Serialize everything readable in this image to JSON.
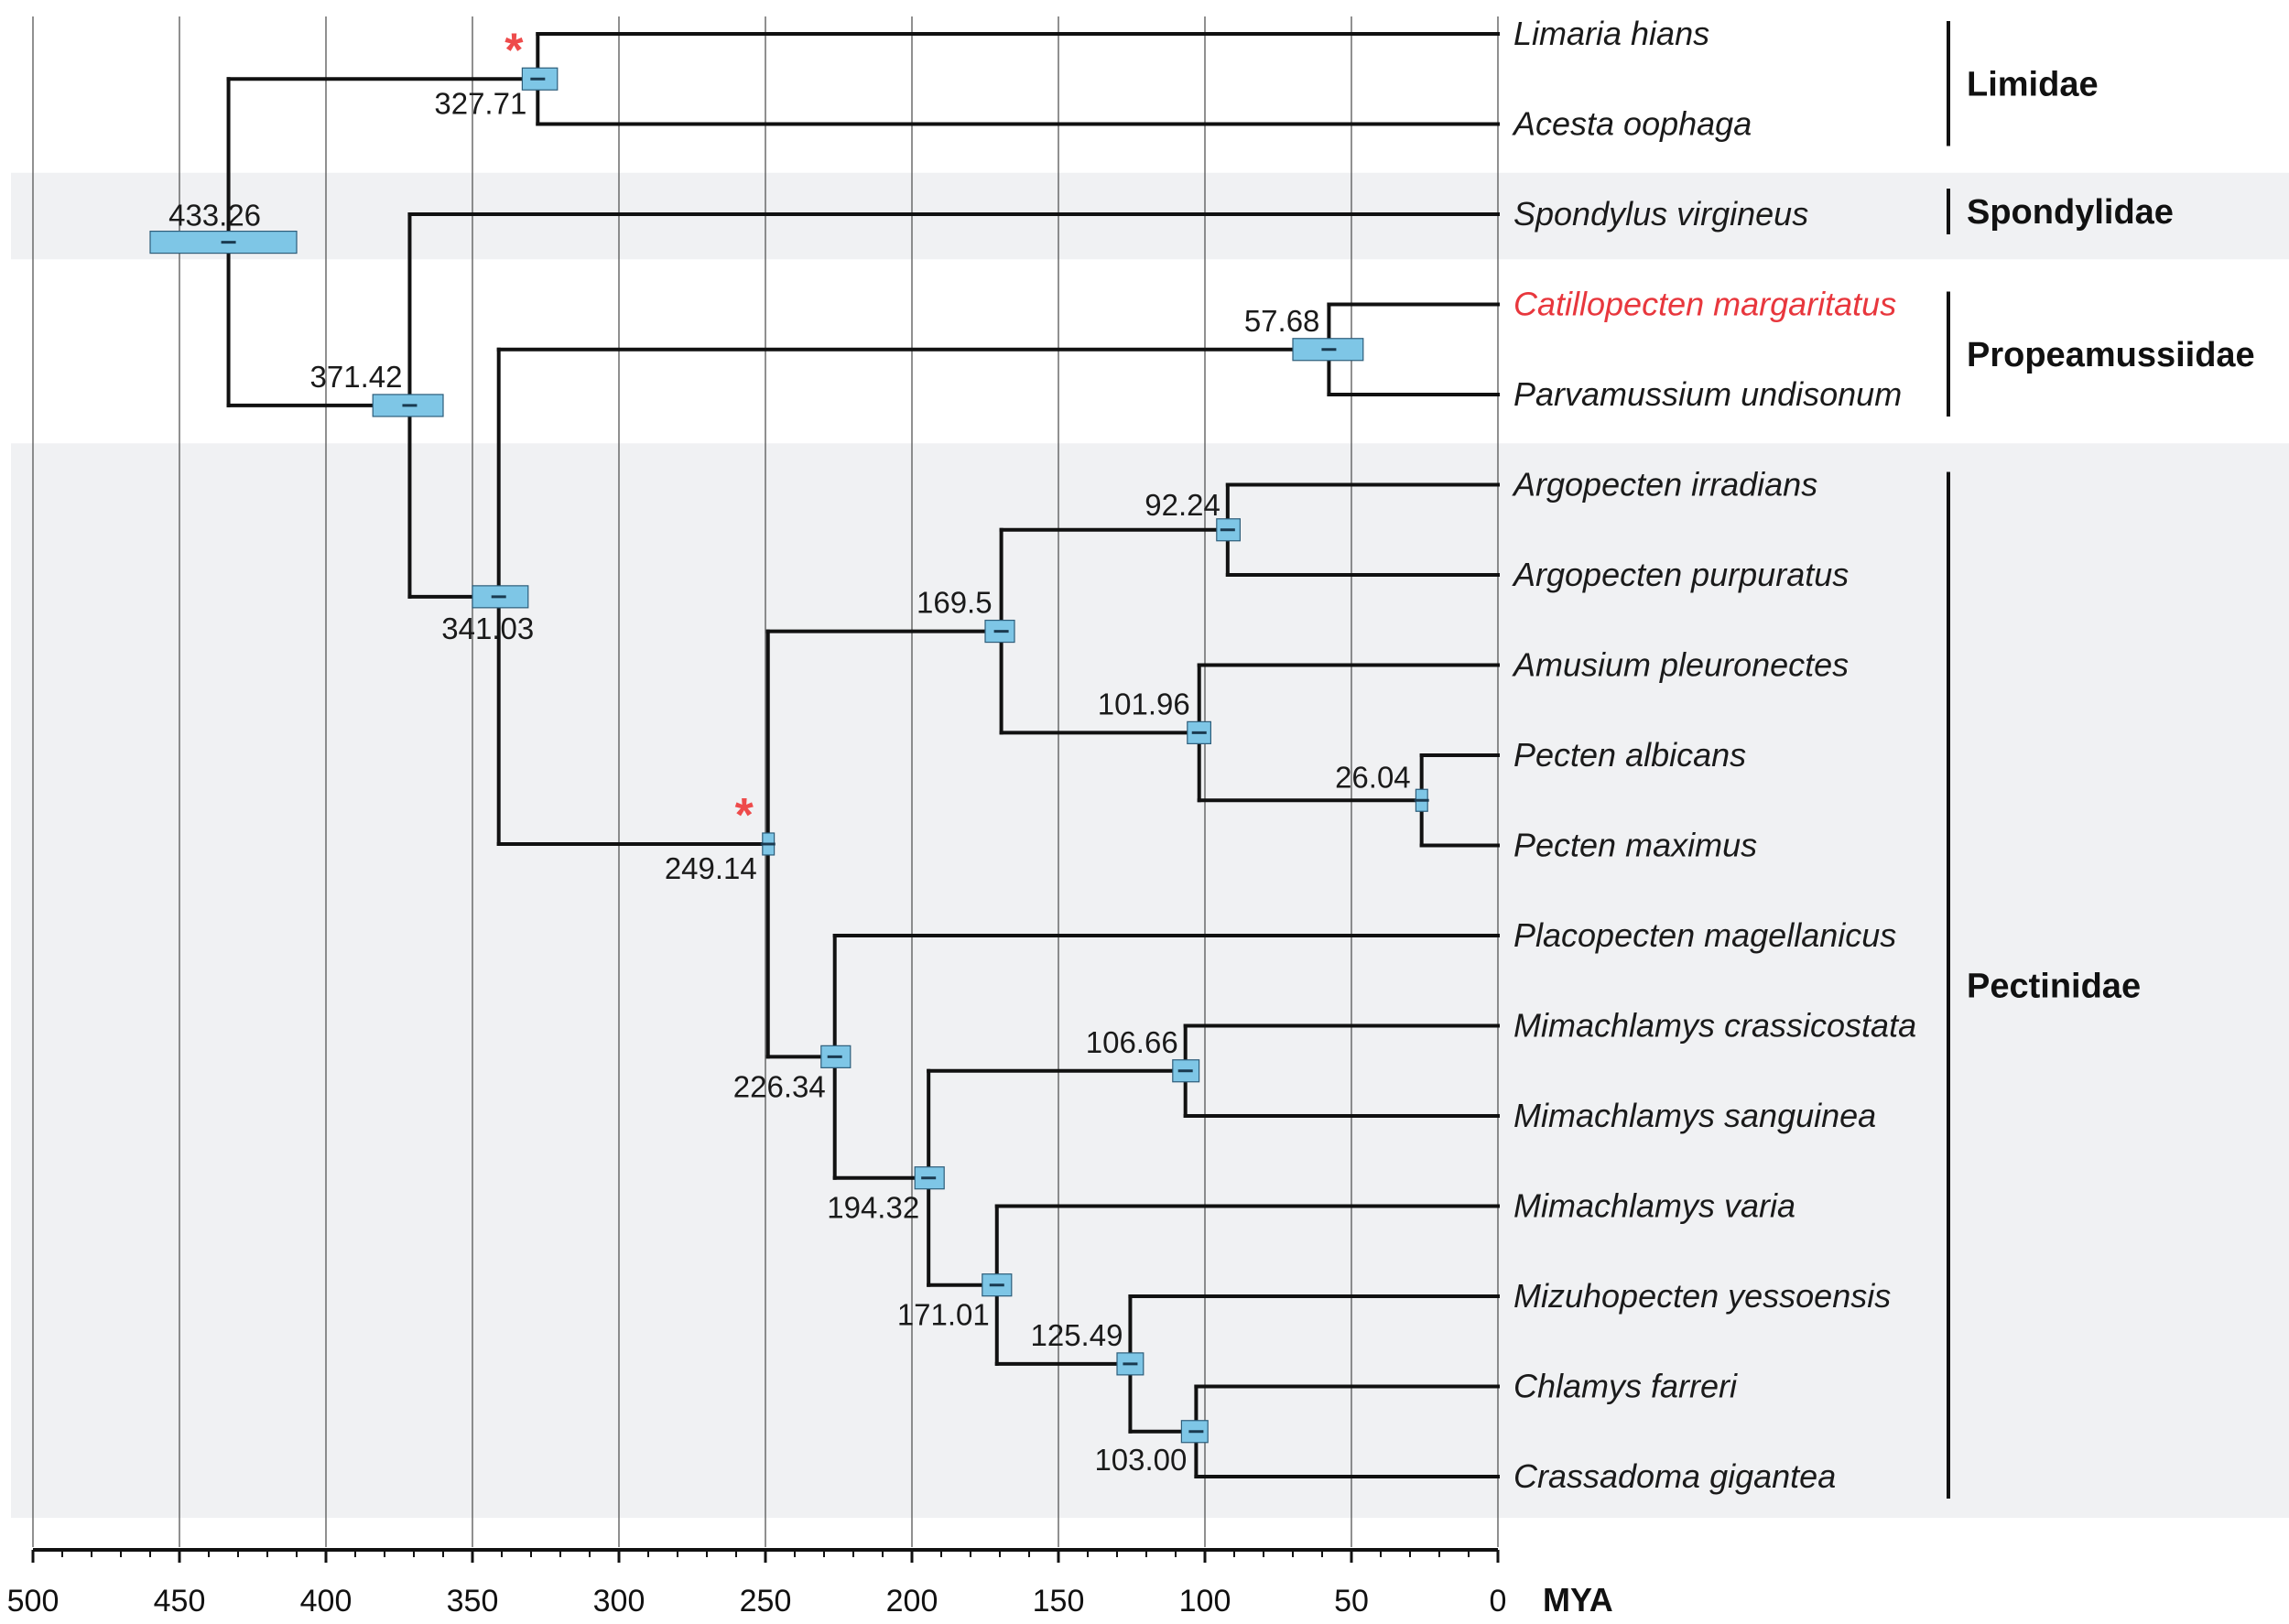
{
  "axis": {
    "unit": "MYA",
    "ticks": [
      500,
      450,
      400,
      350,
      300,
      250,
      200,
      150,
      100,
      50,
      0
    ]
  },
  "taxa": [
    {
      "name": "Limaria hians",
      "highlight": false
    },
    {
      "name": "Acesta oophaga",
      "highlight": false
    },
    {
      "name": "Spondylus virgineus",
      "highlight": false
    },
    {
      "name": "Catillopecten margaritatus",
      "highlight": true
    },
    {
      "name": "Parvamussium undisonum",
      "highlight": false
    },
    {
      "name": "Argopecten irradians",
      "highlight": false
    },
    {
      "name": "Argopecten purpuratus",
      "highlight": false
    },
    {
      "name": "Amusium pleuronectes",
      "highlight": false
    },
    {
      "name": "Pecten albicans",
      "highlight": false
    },
    {
      "name": "Pecten maximus",
      "highlight": false
    },
    {
      "name": "Placopecten magellanicus",
      "highlight": false
    },
    {
      "name": "Mimachlamys crassicostata",
      "highlight": false
    },
    {
      "name": "Mimachlamys sanguinea",
      "highlight": false
    },
    {
      "name": "Mimachlamys varia",
      "highlight": false
    },
    {
      "name": "Mizuhopecten yessoensis",
      "highlight": false
    },
    {
      "name": "Chlamys farreri",
      "highlight": false
    },
    {
      "name": "Crassadoma gigantea",
      "highlight": false
    }
  ],
  "nodes": [
    {
      "id": "root",
      "label": "433.26",
      "age": 433.26,
      "hpd": [
        460,
        410
      ],
      "children": [
        "n_lim",
        "n_b"
      ],
      "star": false
    },
    {
      "id": "n_lim",
      "label": "327.71",
      "age": 327.71,
      "hpd": [
        333,
        321
      ],
      "children": [
        "Limaria hians",
        "Acesta oophaga"
      ],
      "star": true
    },
    {
      "id": "n_b",
      "label": "371.42",
      "age": 371.42,
      "hpd": [
        384,
        360
      ],
      "children": [
        "Spondylus virgineus",
        "n_c"
      ],
      "star": false
    },
    {
      "id": "n_c",
      "label": "341.03",
      "age": 341.03,
      "hpd": [
        350,
        331
      ],
      "children": [
        "n_prop",
        "n_pect"
      ],
      "star": false
    },
    {
      "id": "n_prop",
      "label": "57.68",
      "age": 57.68,
      "hpd": [
        70,
        46
      ],
      "children": [
        "Catillopecten margaritatus",
        "Parvamussium undisonum"
      ],
      "star": false
    },
    {
      "id": "n_pect",
      "label": "249.14",
      "age": 249.14,
      "hpd": [
        251,
        247
      ],
      "children": [
        "n_e",
        "n_f"
      ],
      "star": true
    },
    {
      "id": "n_e",
      "label": "169.5",
      "age": 169.5,
      "hpd": [
        175,
        165
      ],
      "children": [
        "n_arg",
        "n_h"
      ],
      "star": false
    },
    {
      "id": "n_arg",
      "label": "92.24",
      "age": 92.24,
      "hpd": [
        96,
        88
      ],
      "children": [
        "Argopecten irradians",
        "Argopecten purpuratus"
      ],
      "star": false
    },
    {
      "id": "n_h",
      "label": "101.96",
      "age": 101.96,
      "hpd": [
        106,
        98
      ],
      "children": [
        "Amusium pleuronectes",
        "n_pec"
      ],
      "star": false
    },
    {
      "id": "n_pec",
      "label": "26.04",
      "age": 26.04,
      "hpd": [
        28,
        24
      ],
      "children": [
        "Pecten albicans",
        "Pecten maximus"
      ],
      "star": false
    },
    {
      "id": "n_f",
      "label": "226.34",
      "age": 226.34,
      "hpd": [
        231,
        221
      ],
      "children": [
        "Placopecten magellanicus",
        "n_j"
      ],
      "star": false
    },
    {
      "id": "n_j",
      "label": "194.32",
      "age": 194.32,
      "hpd": [
        199,
        189
      ],
      "children": [
        "n_mim",
        "n_l"
      ],
      "star": false
    },
    {
      "id": "n_mim",
      "label": "106.66",
      "age": 106.66,
      "hpd": [
        111,
        102
      ],
      "children": [
        "Mimachlamys crassicostata",
        "Mimachlamys sanguinea"
      ],
      "star": false
    },
    {
      "id": "n_l",
      "label": "171.01",
      "age": 171.01,
      "hpd": [
        176,
        166
      ],
      "children": [
        "Mimachlamys varia",
        "n_m"
      ],
      "star": false
    },
    {
      "id": "n_m",
      "label": "125.49",
      "age": 125.49,
      "hpd": [
        130,
        121
      ],
      "children": [
        "Mizuhopecten yessoensis",
        "n_n"
      ],
      "star": false
    },
    {
      "id": "n_n",
      "label": "103.00",
      "age": 103.0,
      "hpd": [
        108,
        99
      ],
      "children": [
        "Chlamys farreri",
        "Crassadoma gigantea"
      ],
      "star": false
    }
  ],
  "families": [
    {
      "name": "Limidae",
      "first_taxon": 0,
      "last_taxon": 1,
      "shaded": false
    },
    {
      "name": "Spondylidae",
      "first_taxon": 2,
      "last_taxon": 2,
      "shaded": true
    },
    {
      "name": "Propeamussiidae",
      "first_taxon": 3,
      "last_taxon": 4,
      "shaded": false
    },
    {
      "name": "Pectinidae",
      "first_taxon": 5,
      "last_taxon": 16,
      "shaded": true
    }
  ],
  "colors": {
    "hpd_fill": "#7ec6e6",
    "hpd_stroke": "#2d5d7a",
    "band": "#f0f1f3",
    "highlight_taxon": "#e8373d",
    "star": "#ee4b4b"
  }
}
